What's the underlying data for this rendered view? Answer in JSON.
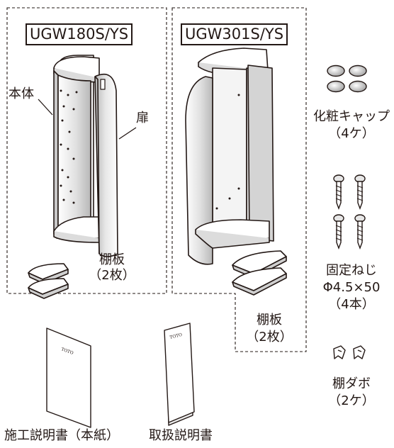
{
  "models": {
    "left": "UGW180S/YS",
    "right": "UGW301S/YS"
  },
  "labels": {
    "body": "本体",
    "door": "扉",
    "shelf_left_name": "棚板",
    "shelf_left_qty": "（2枚）",
    "shelf_right_name": "棚板",
    "shelf_right_qty": "（2枚）",
    "cap_name": "化粧キャップ",
    "cap_qty": "（4ケ）",
    "screw_name": "固定ねじ",
    "screw_size": "Φ4.5×50",
    "screw_qty": "（4本）",
    "dowel_name": "棚ダボ",
    "dowel_qty": "（2ケ）",
    "manual_install": "施工説明書（本紙）",
    "manual_user": "取扱説明書",
    "booklet_brand": "TOTO"
  },
  "colors": {
    "line": "#231815",
    "shade": "#c9c9c9"
  }
}
